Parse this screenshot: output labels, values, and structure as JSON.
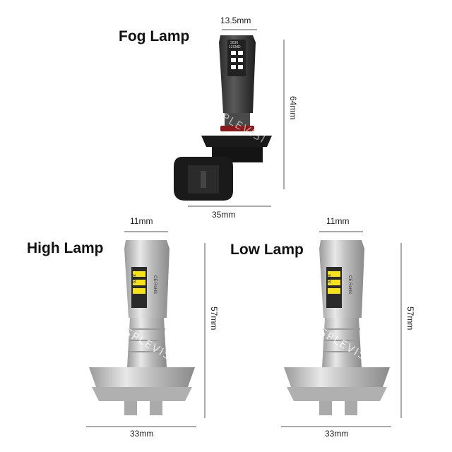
{
  "fog": {
    "title": "Fog Lamp",
    "width_label": "13.5mm",
    "height_label": "64mm",
    "base_label": "35mm",
    "chip_text_1": "3030",
    "chip_text_2": "12SMD"
  },
  "high": {
    "title": "High Lamp",
    "width_label": "11mm",
    "height_label": "57mm",
    "base_label": "33mm",
    "chip_code": "3570",
    "chip_cert": "CE RoHS"
  },
  "low": {
    "title": "Low Lamp",
    "width_label": "11mm",
    "height_label": "57mm",
    "base_label": "33mm",
    "chip_code": "3570",
    "chip_cert": "CE RoHS"
  },
  "watermark": "SPLEVISI",
  "colors": {
    "led_yellow": "#f5e21a",
    "led_white": "#ffffff",
    "body_silver": "#c8c8c8",
    "fog_body": "#3a3a3a"
  }
}
